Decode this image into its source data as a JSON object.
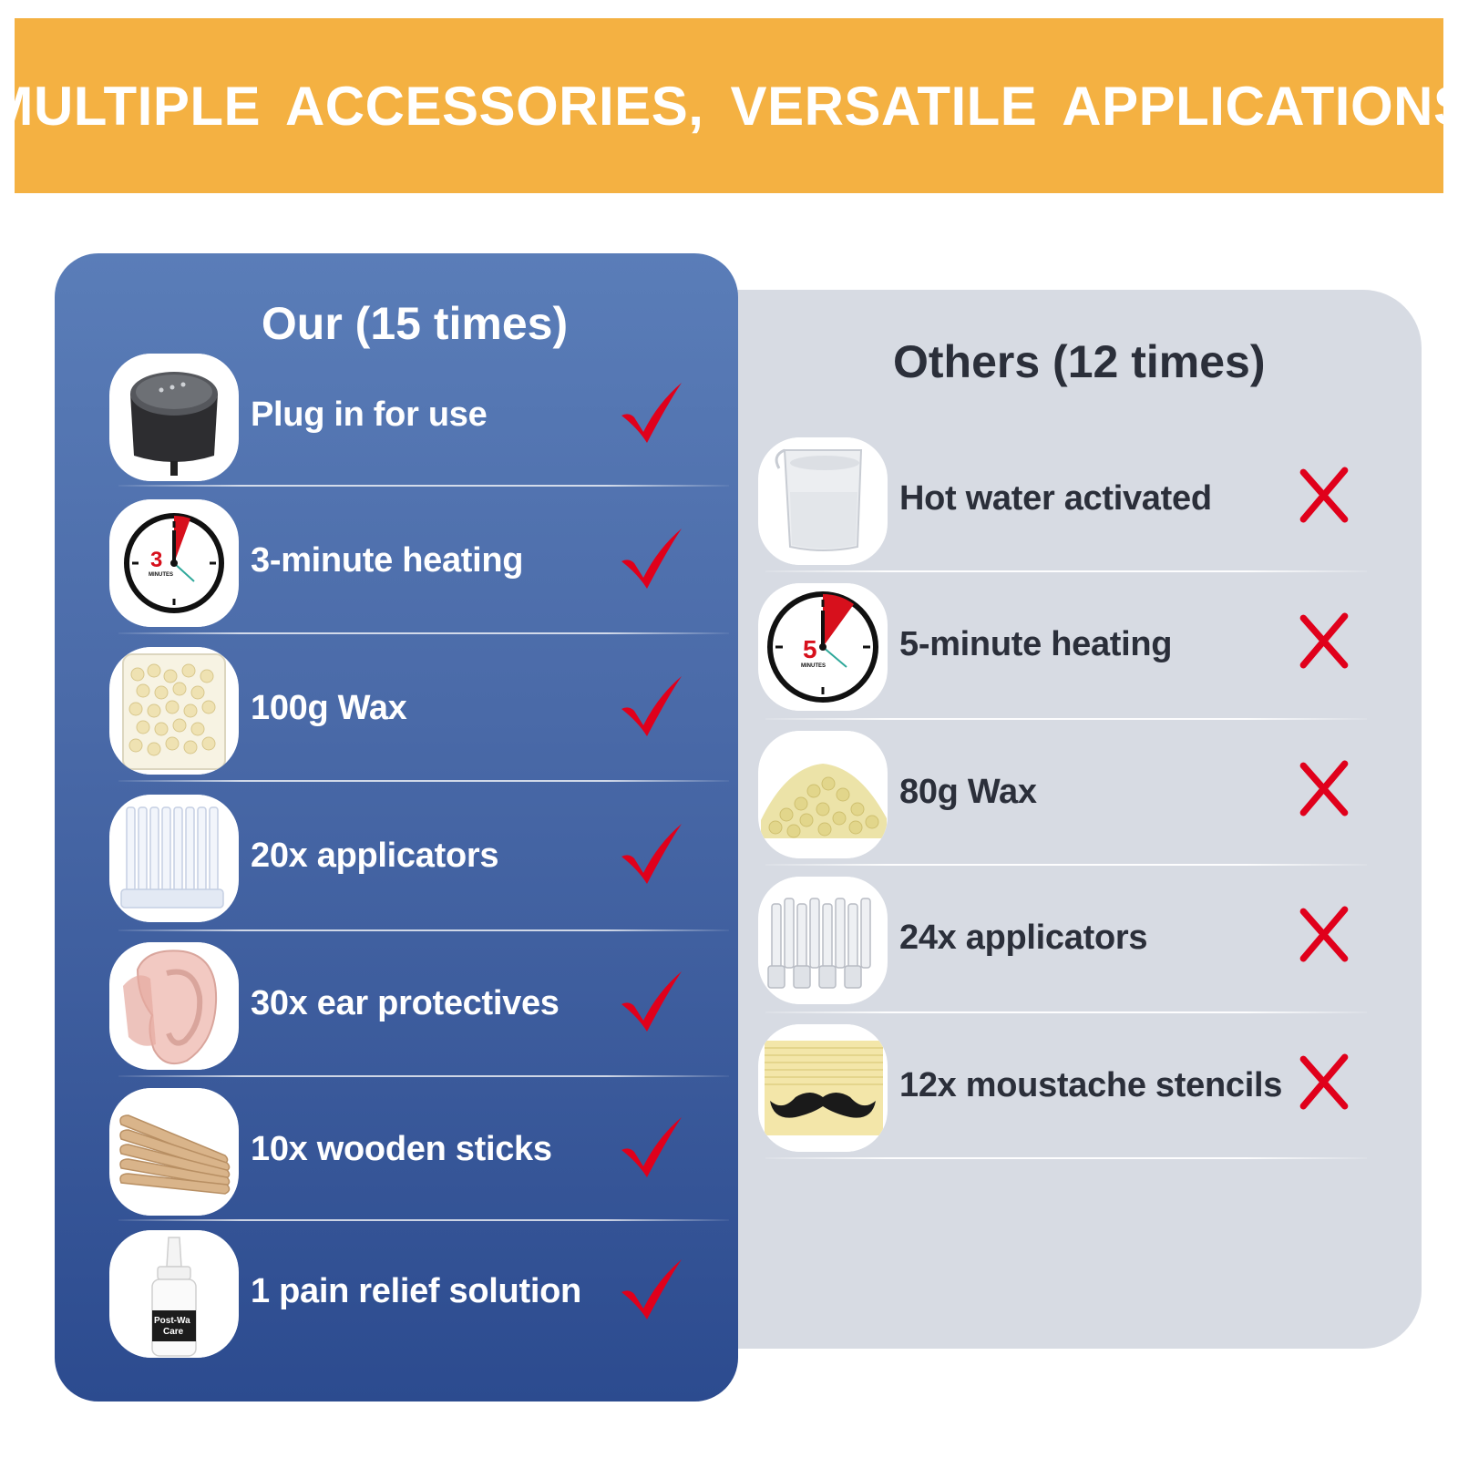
{
  "banner": {
    "title": "MULTIPLE ACCESSORIES, VERSATILE APPLICATIONS"
  },
  "colors": {
    "banner": "#f4b142",
    "ours_panel": "#4a6aa8",
    "others_panel": "#d7dbe3",
    "mark_red": "#e0001b"
  },
  "ours": {
    "title": "Our (15 times)",
    "items": [
      {
        "label": "Plug in for use",
        "icon": "wax-warmer-icon",
        "mark": "check"
      },
      {
        "label": "3-minute heating",
        "icon": "clock-3-minutes-icon",
        "clock_number": "3",
        "clock_caption": "MINUTES",
        "mark": "check"
      },
      {
        "label": "100g Wax",
        "icon": "wax-bag-icon",
        "mark": "check"
      },
      {
        "label": "20x applicators",
        "icon": "applicators-icon",
        "mark": "check"
      },
      {
        "label": "30x ear protectives",
        "icon": "ear-protector-icon",
        "mark": "check"
      },
      {
        "label": "10x wooden sticks",
        "icon": "wooden-sticks-icon",
        "mark": "check"
      },
      {
        "label": "1 pain relief solution",
        "icon": "solution-bottle-icon",
        "bottle_text_1": "Post-Wa",
        "bottle_text_2": "Care",
        "mark": "check"
      }
    ]
  },
  "others": {
    "title": "Others (12 times)",
    "items": [
      {
        "label": "Hot water activated",
        "icon": "measuring-cup-icon",
        "mark": "cross"
      },
      {
        "label": "5-minute heating",
        "icon": "clock-5-minutes-icon",
        "clock_number": "5",
        "clock_caption": "MINUTES",
        "mark": "cross"
      },
      {
        "label": "80g Wax",
        "icon": "wax-beads-icon",
        "mark": "cross"
      },
      {
        "label": "24x applicators",
        "icon": "applicators-icon",
        "mark": "cross"
      },
      {
        "label": "12x moustache stencils",
        "icon": "moustache-stencil-icon",
        "mark": "cross"
      }
    ]
  }
}
